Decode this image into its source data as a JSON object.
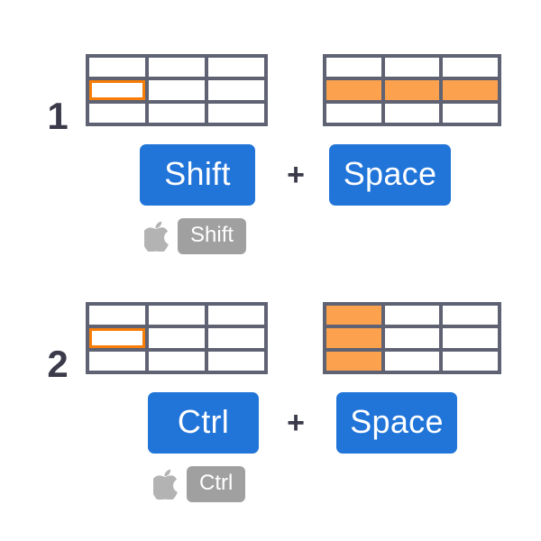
{
  "colors": {
    "key_blue": "#2175d9",
    "cell_fill_orange": "#fca14e",
    "cell_outline_orange": "#f97e08",
    "table_border_gray": "#5f6273",
    "mac_badge_gray": "#a0a0a0",
    "text_dark": "#3a3a4a",
    "background": "#ffffff"
  },
  "sections": [
    {
      "number": "1",
      "before_table": {
        "rows": 3,
        "columns": 3,
        "states": [
          [
            "empty",
            "empty",
            "empty"
          ],
          [
            "outlined",
            "empty",
            "empty"
          ],
          [
            "empty",
            "empty",
            "empty"
          ]
        ]
      },
      "after_table": {
        "rows": 3,
        "columns": 3,
        "states": [
          [
            "empty",
            "empty",
            "empty"
          ],
          [
            "filled",
            "filled",
            "filled"
          ],
          [
            "empty",
            "empty",
            "empty"
          ]
        ]
      },
      "keys": {
        "modifier": "Shift",
        "separator": "+",
        "second": "Space"
      },
      "mac": {
        "icon": "apple-logo-icon",
        "key": "Shift"
      }
    },
    {
      "number": "2",
      "before_table": {
        "rows": 3,
        "columns": 3,
        "states": [
          [
            "empty",
            "empty",
            "empty"
          ],
          [
            "outlined",
            "empty",
            "empty"
          ],
          [
            "empty",
            "empty",
            "empty"
          ]
        ]
      },
      "after_table": {
        "rows": 3,
        "columns": 3,
        "states": [
          [
            "filled",
            "empty",
            "empty"
          ],
          [
            "filled",
            "empty",
            "empty"
          ],
          [
            "filled",
            "empty",
            "empty"
          ]
        ]
      },
      "keys": {
        "modifier": "Ctrl",
        "separator": "+",
        "second": "Space"
      },
      "mac": {
        "icon": "apple-logo-icon",
        "key": "Ctrl"
      }
    }
  ]
}
